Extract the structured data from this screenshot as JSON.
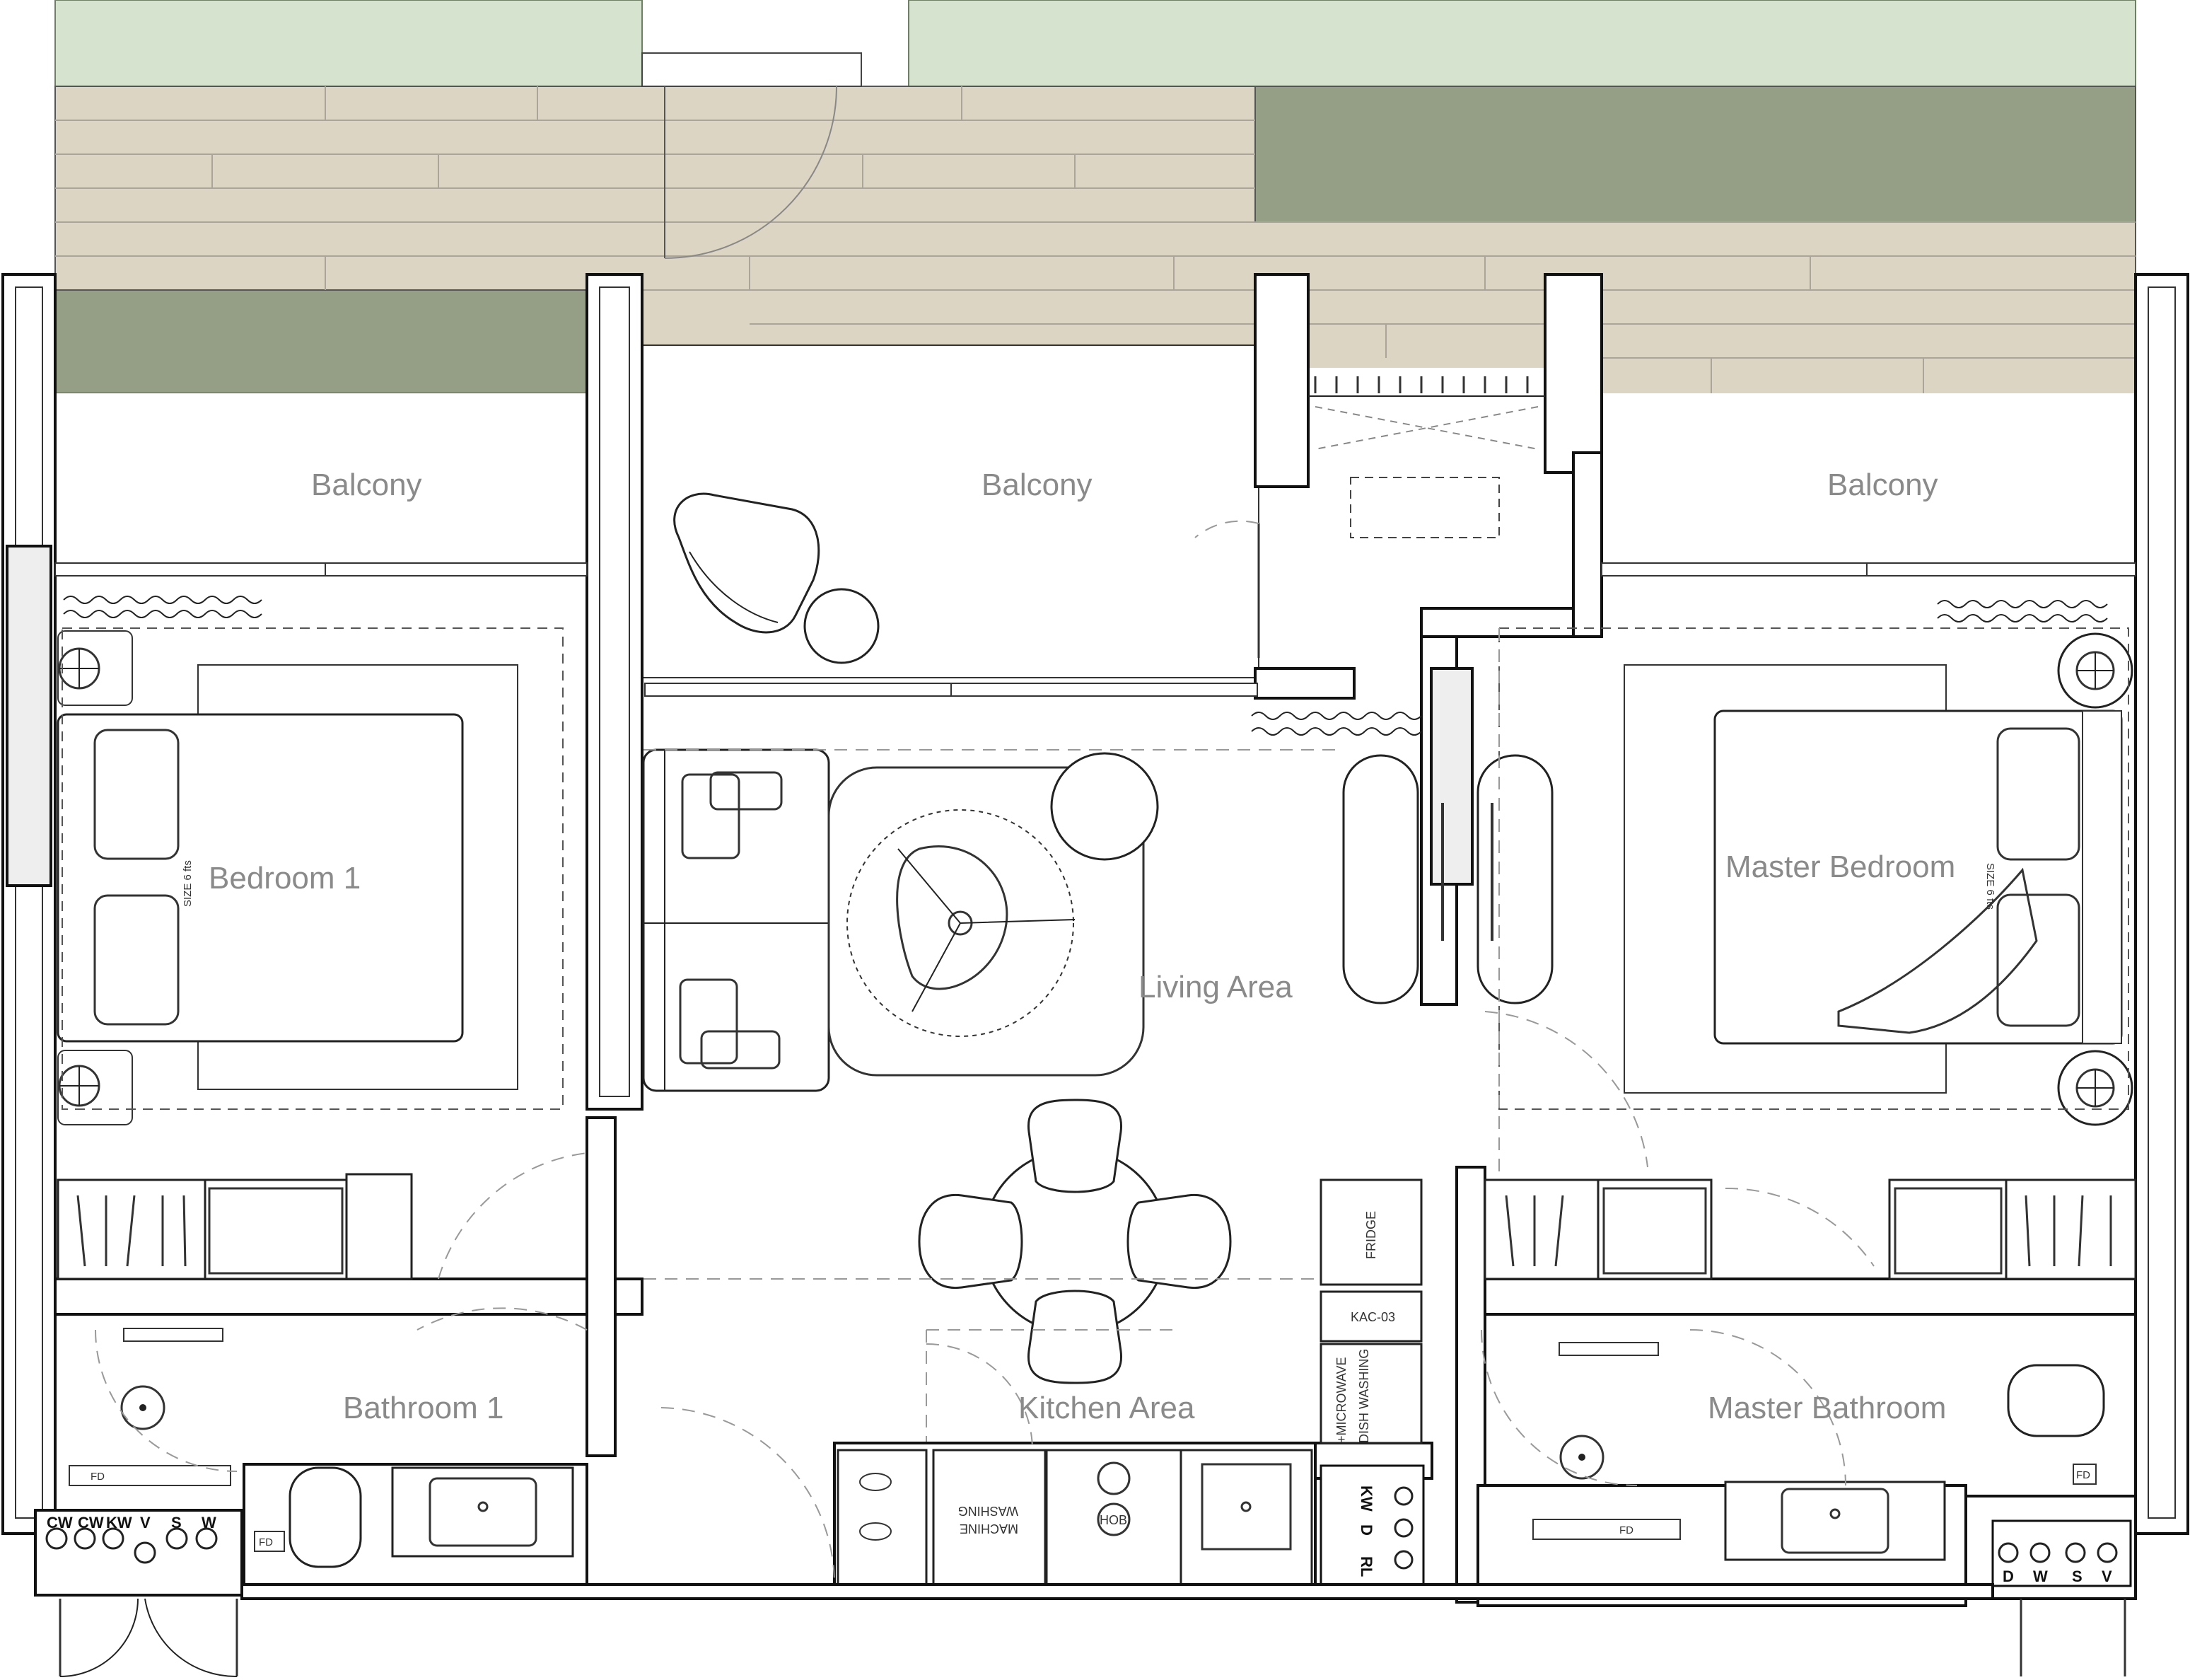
{
  "colors": {
    "landscape_light": "#d5e3cf",
    "landscape_dark": "#959f86",
    "deck": "#ddd5c3",
    "wall_hatch": "#9c9c9c",
    "label_gray": "#8a8a8a"
  },
  "rooms": {
    "balcony_left": "Balcony",
    "balcony_center": "Balcony",
    "balcony_right": "Balcony",
    "bedroom_1": "Bedroom 1",
    "master_bedroom": "Master Bedroom",
    "living_area": "Living Area",
    "kitchen_area": "Kitchen Area",
    "bathroom_1": "Bathroom 1",
    "master_bathroom": "Master Bathroom"
  },
  "fixtures": {
    "bed_size_left": "SIZE 6 fts",
    "bed_size_right": "SIZE 6 fts",
    "fridge": "FRIDGE",
    "kac": "KAC-03",
    "microwave": "+MICROWAVE",
    "dish_washing": "DISH WASHING",
    "washing_machine_1": "WASHING",
    "washing_machine_2": "MACHINE",
    "hob": "HOB",
    "fd_left": "FD",
    "fd_left2": "FD",
    "fd_right": "FD",
    "fd_right2": "FD"
  },
  "utility_panels": {
    "left": [
      "CW",
      "CW",
      "KW",
      "V",
      "S",
      "W"
    ],
    "right": [
      "D",
      "W",
      "S",
      "V"
    ],
    "kitchen": [
      "KW",
      "D",
      "RL"
    ]
  }
}
